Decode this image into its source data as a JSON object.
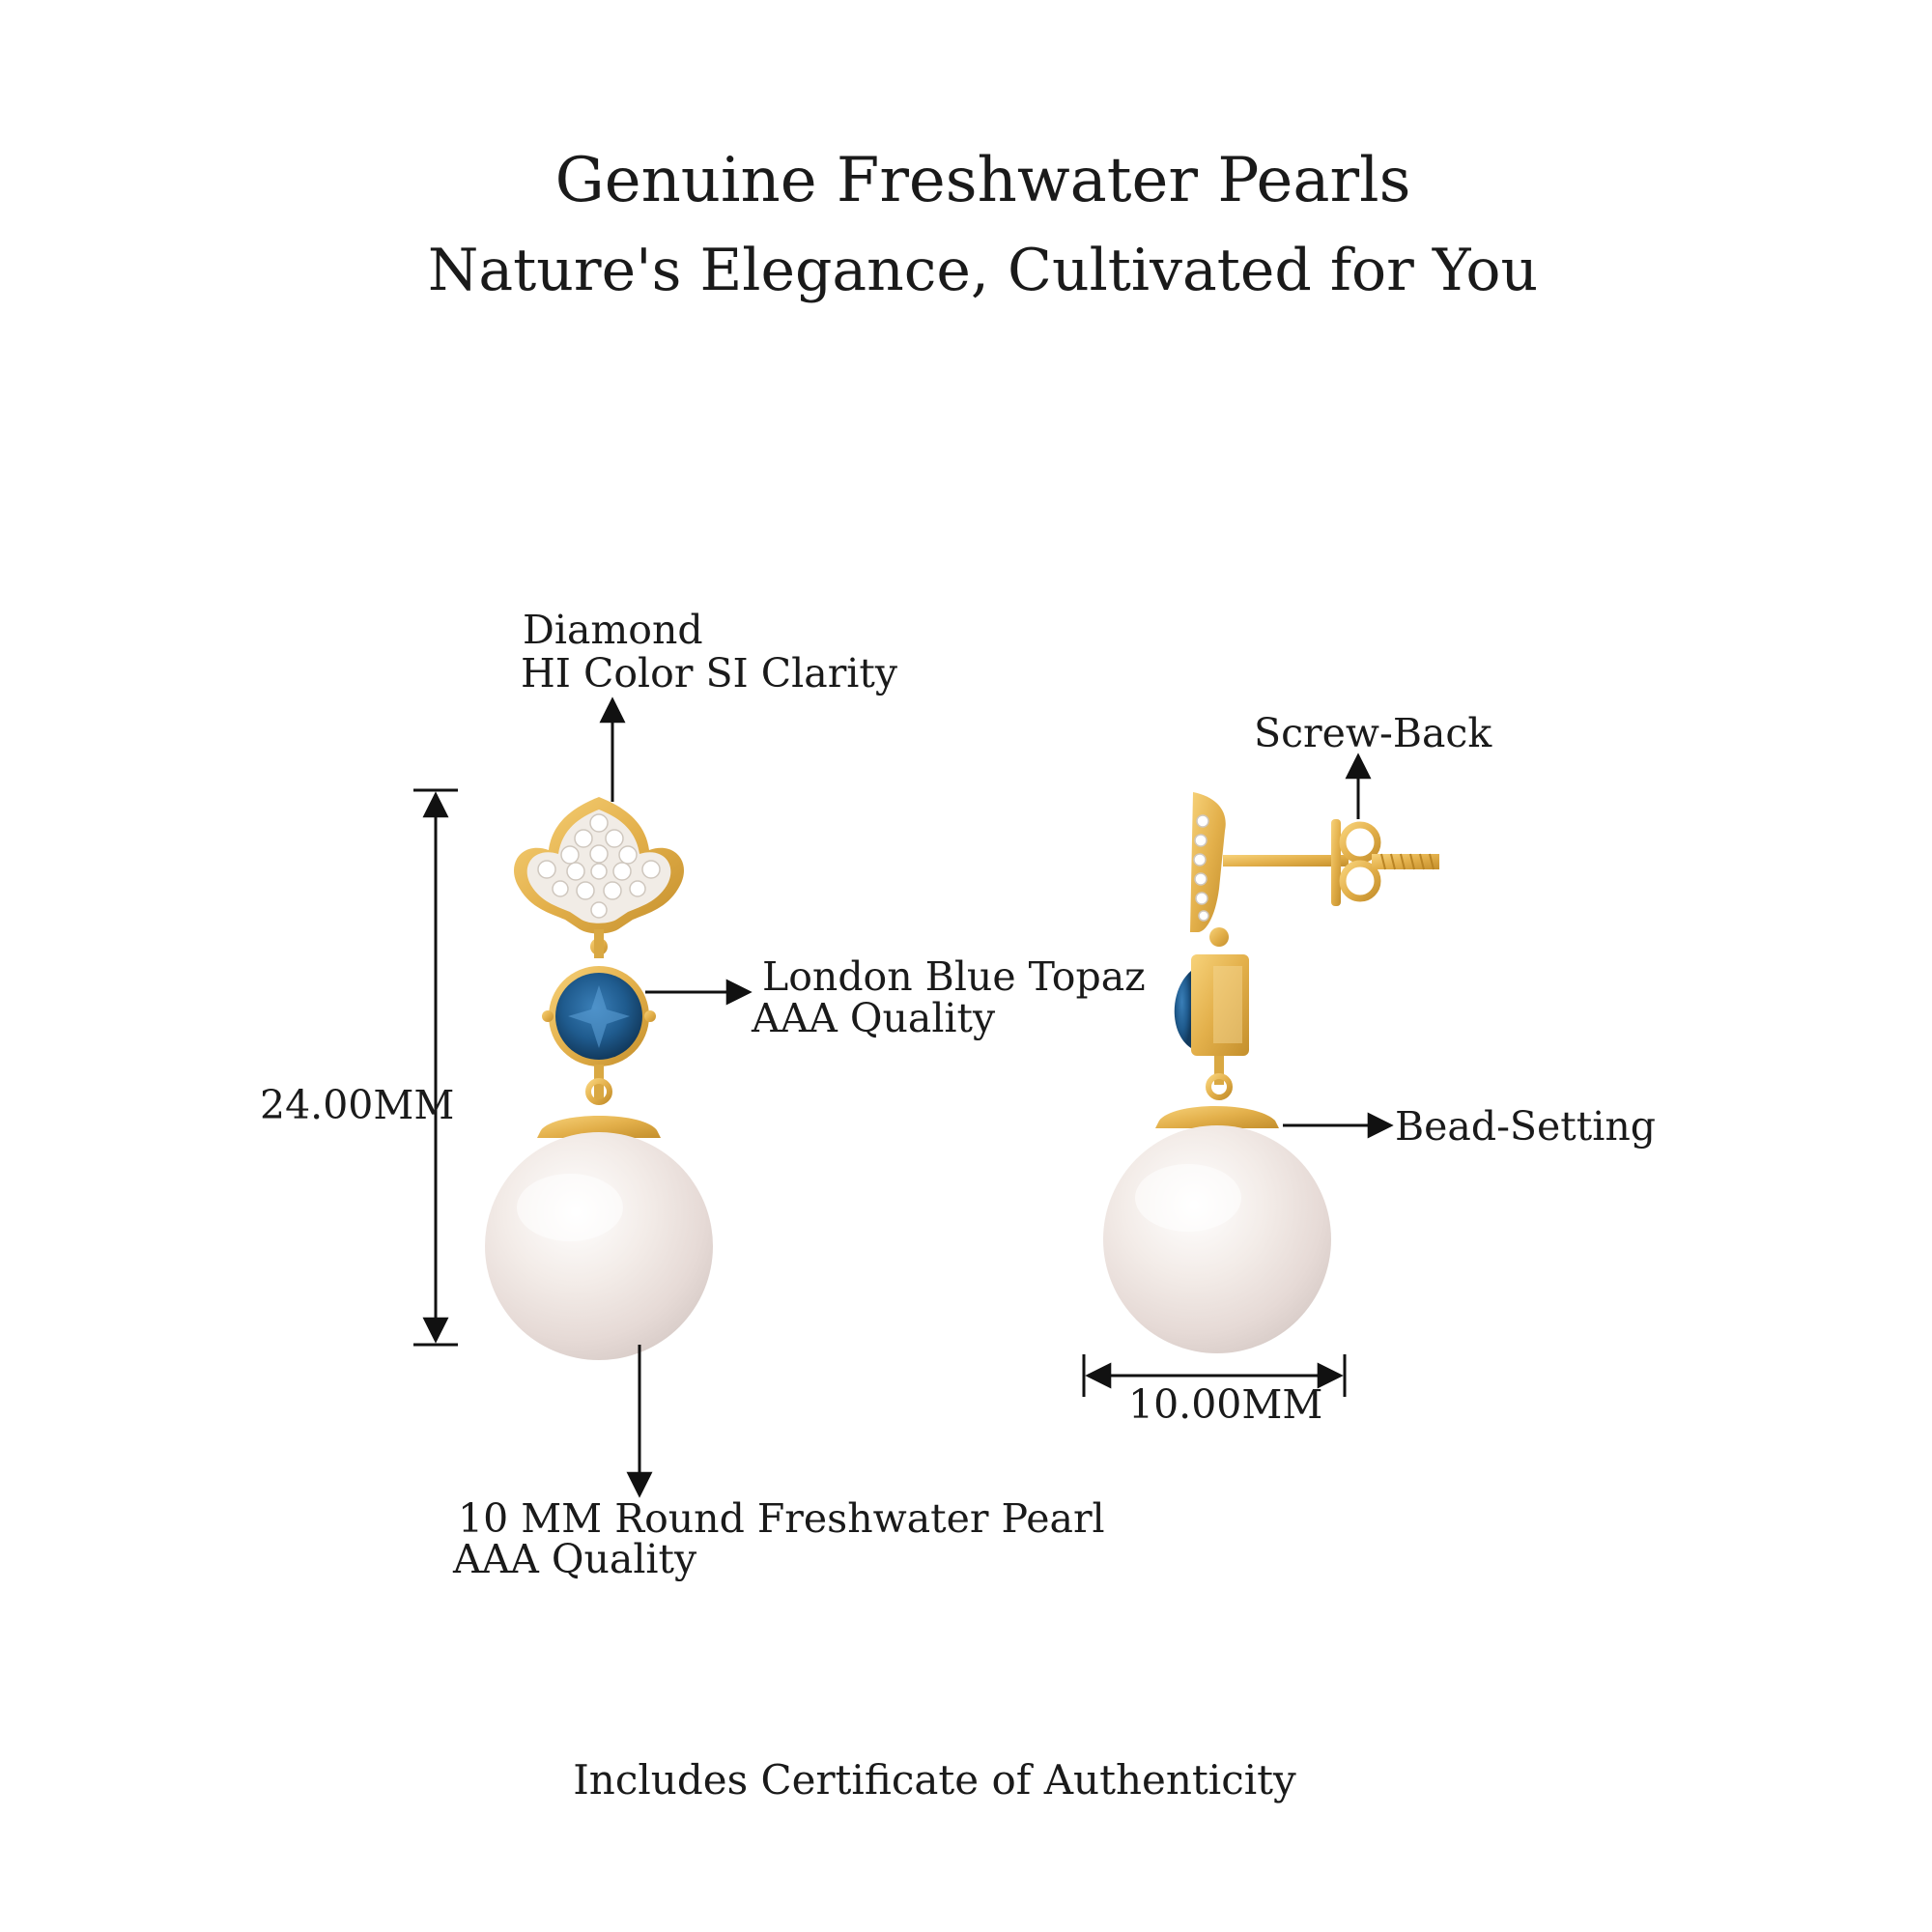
{
  "header": {
    "title": "Genuine Freshwater Pearls",
    "subtitle": "Nature's Elegance, Cultivated for You"
  },
  "callouts": {
    "diamond": {
      "line1": "Diamond",
      "line2": "HI Color SI Clarity"
    },
    "topaz": {
      "line1": "London Blue Topaz",
      "line2": "AAA Quality"
    },
    "pearl": {
      "line1": "10 MM Round Freshwater Pearl",
      "line2": "AAA Quality"
    },
    "screw_back": "Screw-Back",
    "bead_setting": "Bead-Setting"
  },
  "dimensions": {
    "height": "24.00MM",
    "width": "10.00MM"
  },
  "footer": {
    "note": "Includes Certificate of Authenticity"
  },
  "colors": {
    "gold": "#e3b04b",
    "topaz": "#1f5b8e",
    "pearl": "#f4f1ee",
    "text": "#1a1a1a"
  }
}
